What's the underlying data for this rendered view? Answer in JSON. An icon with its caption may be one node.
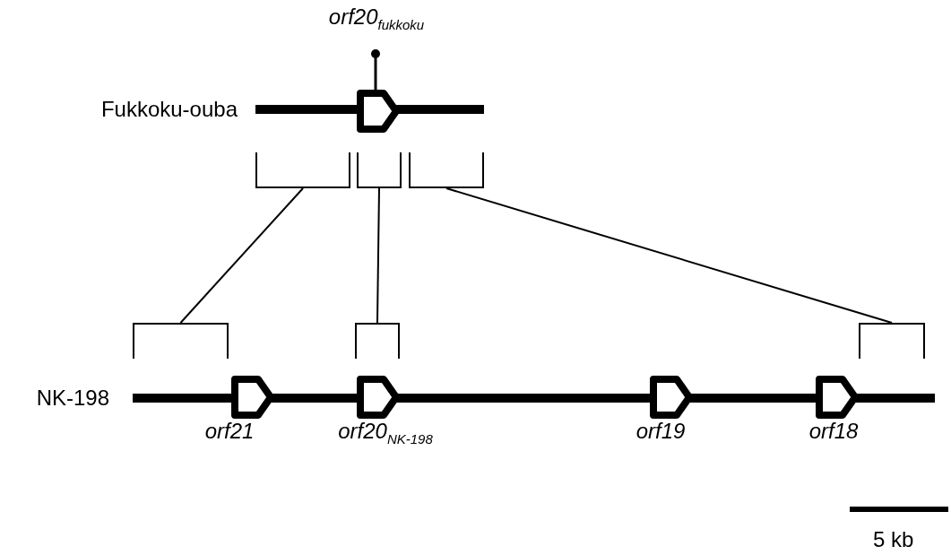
{
  "diagram": {
    "nodes": [
      {
        "text": [
          "Fukkoku-ouba"
        ]
      },
      {
        "text": [
          "orf20$_{fukkoku}$"
        ]
      },
      {
        "text": [],
        "shape": "bracket"
      },
      {
        "text": [],
        "shape": "bracket"
      },
      {
        "text": [],
        "shape": "bracket"
      },
      {
        "text": [],
        "shape": "bracket"
      },
      {
        "text": [],
        "shape": "bracket"
      },
      {
        "text": [],
        "shape": "bracket"
      },
      {
        "text": [
          "NK-198"
        ]
      },
      {
        "text": [
          "orf21"
        ]
      },
      {
        "text": [
          "orf20$_{NK-198}$"
        ]
      },
      {
        "text": [
          "orf19"
        ]
      },
      {
        "text": [
          "orf18"
        ]
      }
    ],
    "edges": [
      {
        "from": 2,
        "to": 5,
        "arrow": "none"
      },
      {
        "from": 3,
        "to": 6,
        "arrow": "none"
      },
      {
        "from": 4,
        "to": 7,
        "arrow": "none"
      }
    ],
    "labels": [
      "5 kb"
    ]
  }
}
